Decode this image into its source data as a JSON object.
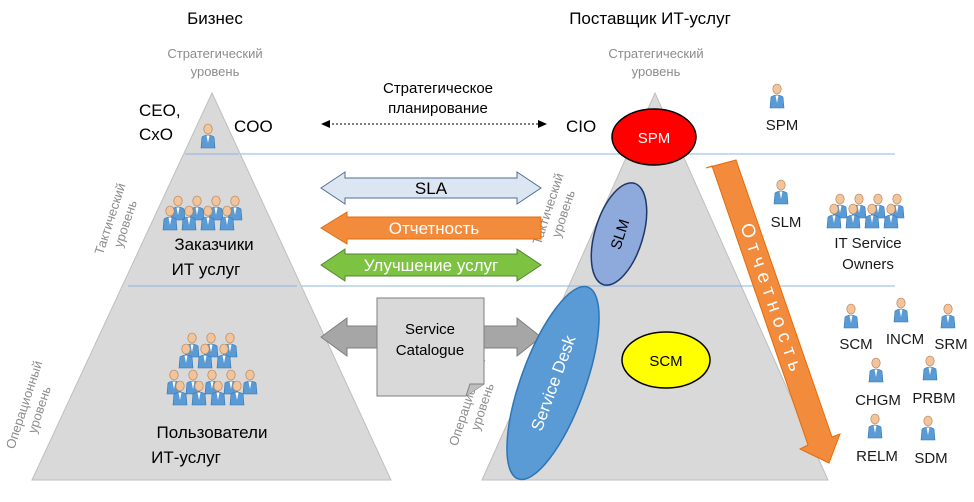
{
  "titles": {
    "business": "Бизнес",
    "provider": "Поставщик ИТ-услуг"
  },
  "levels": {
    "strategic_left": [
      "Стратегический",
      "уровень"
    ],
    "strategic_right": [
      "Стратегический",
      "уровень"
    ],
    "tactical_left": [
      "Тактический",
      "уровень"
    ],
    "tactical_right": [
      "Тактический",
      "уровень"
    ],
    "operational_left": [
      "Операционный",
      "уровень"
    ],
    "operational_right": [
      "Операционный",
      "уровень"
    ]
  },
  "business": {
    "ceo": [
      "CEO,",
      "CxO"
    ],
    "coo": "COO",
    "customers": [
      "Заказчики",
      "ИТ услуг"
    ],
    "users": [
      "Пользователи",
      "ИТ-услуг"
    ]
  },
  "provider": {
    "cio": "CIO",
    "spm": "SPM",
    "slm": "SLM",
    "scm": "SCM",
    "service_desk": "Service Desk"
  },
  "middle": {
    "strategic_planning": [
      "Стратегическое",
      "планирование"
    ],
    "sla": "SLA",
    "reporting": "Отчетность",
    "improvement": "Улучшение услуг",
    "catalogue": [
      "Service",
      "Catalogue"
    ]
  },
  "reporting_vertical": "Отчетность",
  "roles": {
    "spm": "SPM",
    "slm": "SLM",
    "it_service_owners": [
      "IT Service",
      "Owners"
    ],
    "scm": "SCM",
    "incm": "INCM",
    "srm": "SRM",
    "chgm": "CHGM",
    "prbm": "PRBM",
    "relm": "RELM",
    "sdm": "SDM"
  },
  "colors": {
    "pyramid_fill": "#d9d9d9",
    "spm_fill": "#ff0000",
    "slm_fill": "#8ea9db",
    "scm_fill": "#ffff00",
    "service_desk_fill": "#5b9bd5",
    "sla_arrow": "#dce6f2",
    "reporting_arrow": "#f28b3c",
    "improvement_arrow": "#7dc241",
    "catalogue_arrow": "#a6a6a6",
    "level_line": "#8eb4e3"
  }
}
